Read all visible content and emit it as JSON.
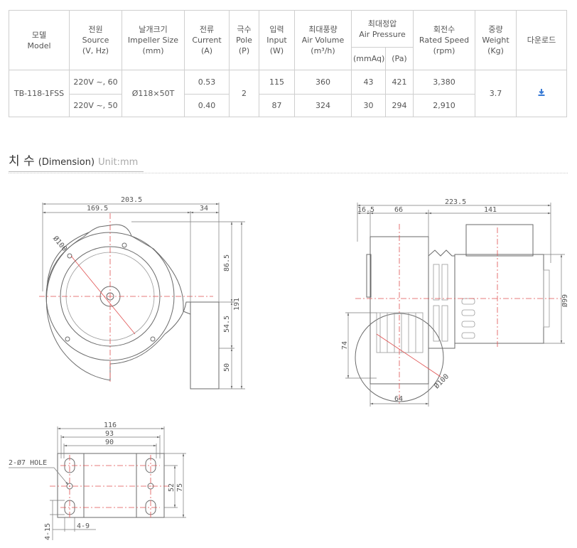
{
  "table": {
    "headers": [
      {
        "ko": "모델",
        "en": "Model",
        "unit": ""
      },
      {
        "ko": "전원",
        "en": "Source",
        "unit": "(V, Hz)"
      },
      {
        "ko": "날개크기",
        "en": "Impeller Size",
        "unit": "(mm)"
      },
      {
        "ko": "전류",
        "en": "Current",
        "unit": "(A)"
      },
      {
        "ko": "극수",
        "en": "Pole",
        "unit": "(P)"
      },
      {
        "ko": "입력",
        "en": "Input",
        "unit": "(W)"
      },
      {
        "ko": "최대풍량",
        "en": "Air Volume",
        "unit": "(m³/h)"
      },
      {
        "ko": "최대정압",
        "en": "Air Pressure",
        "unit": ""
      },
      {
        "ko": "회전수",
        "en": "Rated Speed",
        "unit": "(rpm)"
      },
      {
        "ko": "중량",
        "en": "Weight",
        "unit": "(Kg)"
      },
      {
        "ko": "다운로드",
        "en": "",
        "unit": ""
      }
    ],
    "pressure_units": [
      "(mmAq)",
      "(Pa)"
    ],
    "model": "TB-118-1FSS",
    "impeller": "Ø118×50T",
    "pole": "2",
    "weight": "3.7",
    "rows": [
      {
        "source": "220V ~, 60",
        "current": "0.53",
        "input": "115",
        "air_volume": "360",
        "mmaq": "43",
        "pa": "421",
        "speed": "3,380"
      },
      {
        "source": "220V ~, 50",
        "current": "0.40",
        "input": "87",
        "air_volume": "324",
        "mmaq": "30",
        "pa": "294",
        "speed": "2,910"
      }
    ],
    "download_icon": "download-icon",
    "accent_color": "#3a7bd5"
  },
  "dimension": {
    "title_ko": "치 수",
    "title_en": "(Dimension)",
    "unit": "Unit:mm"
  },
  "front_view": {
    "overall_width": "203.5",
    "body_width": "169.5",
    "outlet_width": "34",
    "height_total": "191",
    "height_upper": "86.5",
    "height_mid": "54.5",
    "height_lower": "50",
    "diameter": "Ø100"
  },
  "side_view": {
    "overall_width": "223.5",
    "offset": "16.5",
    "housing_width": "66",
    "motor_width": "141",
    "motor_diameter": "Ø99",
    "outlet_height": "74",
    "inlet_diameter": "Ø100",
    "bottom_width": "64"
  },
  "base_view": {
    "width_outer": "116",
    "width_mid": "93",
    "width_inner": "90",
    "hole_label": "2-Ø7 HOLE",
    "height_inner": "52",
    "height_outer": "75",
    "slot_vertical": "4-15",
    "slot_horizontal": "4-9"
  }
}
